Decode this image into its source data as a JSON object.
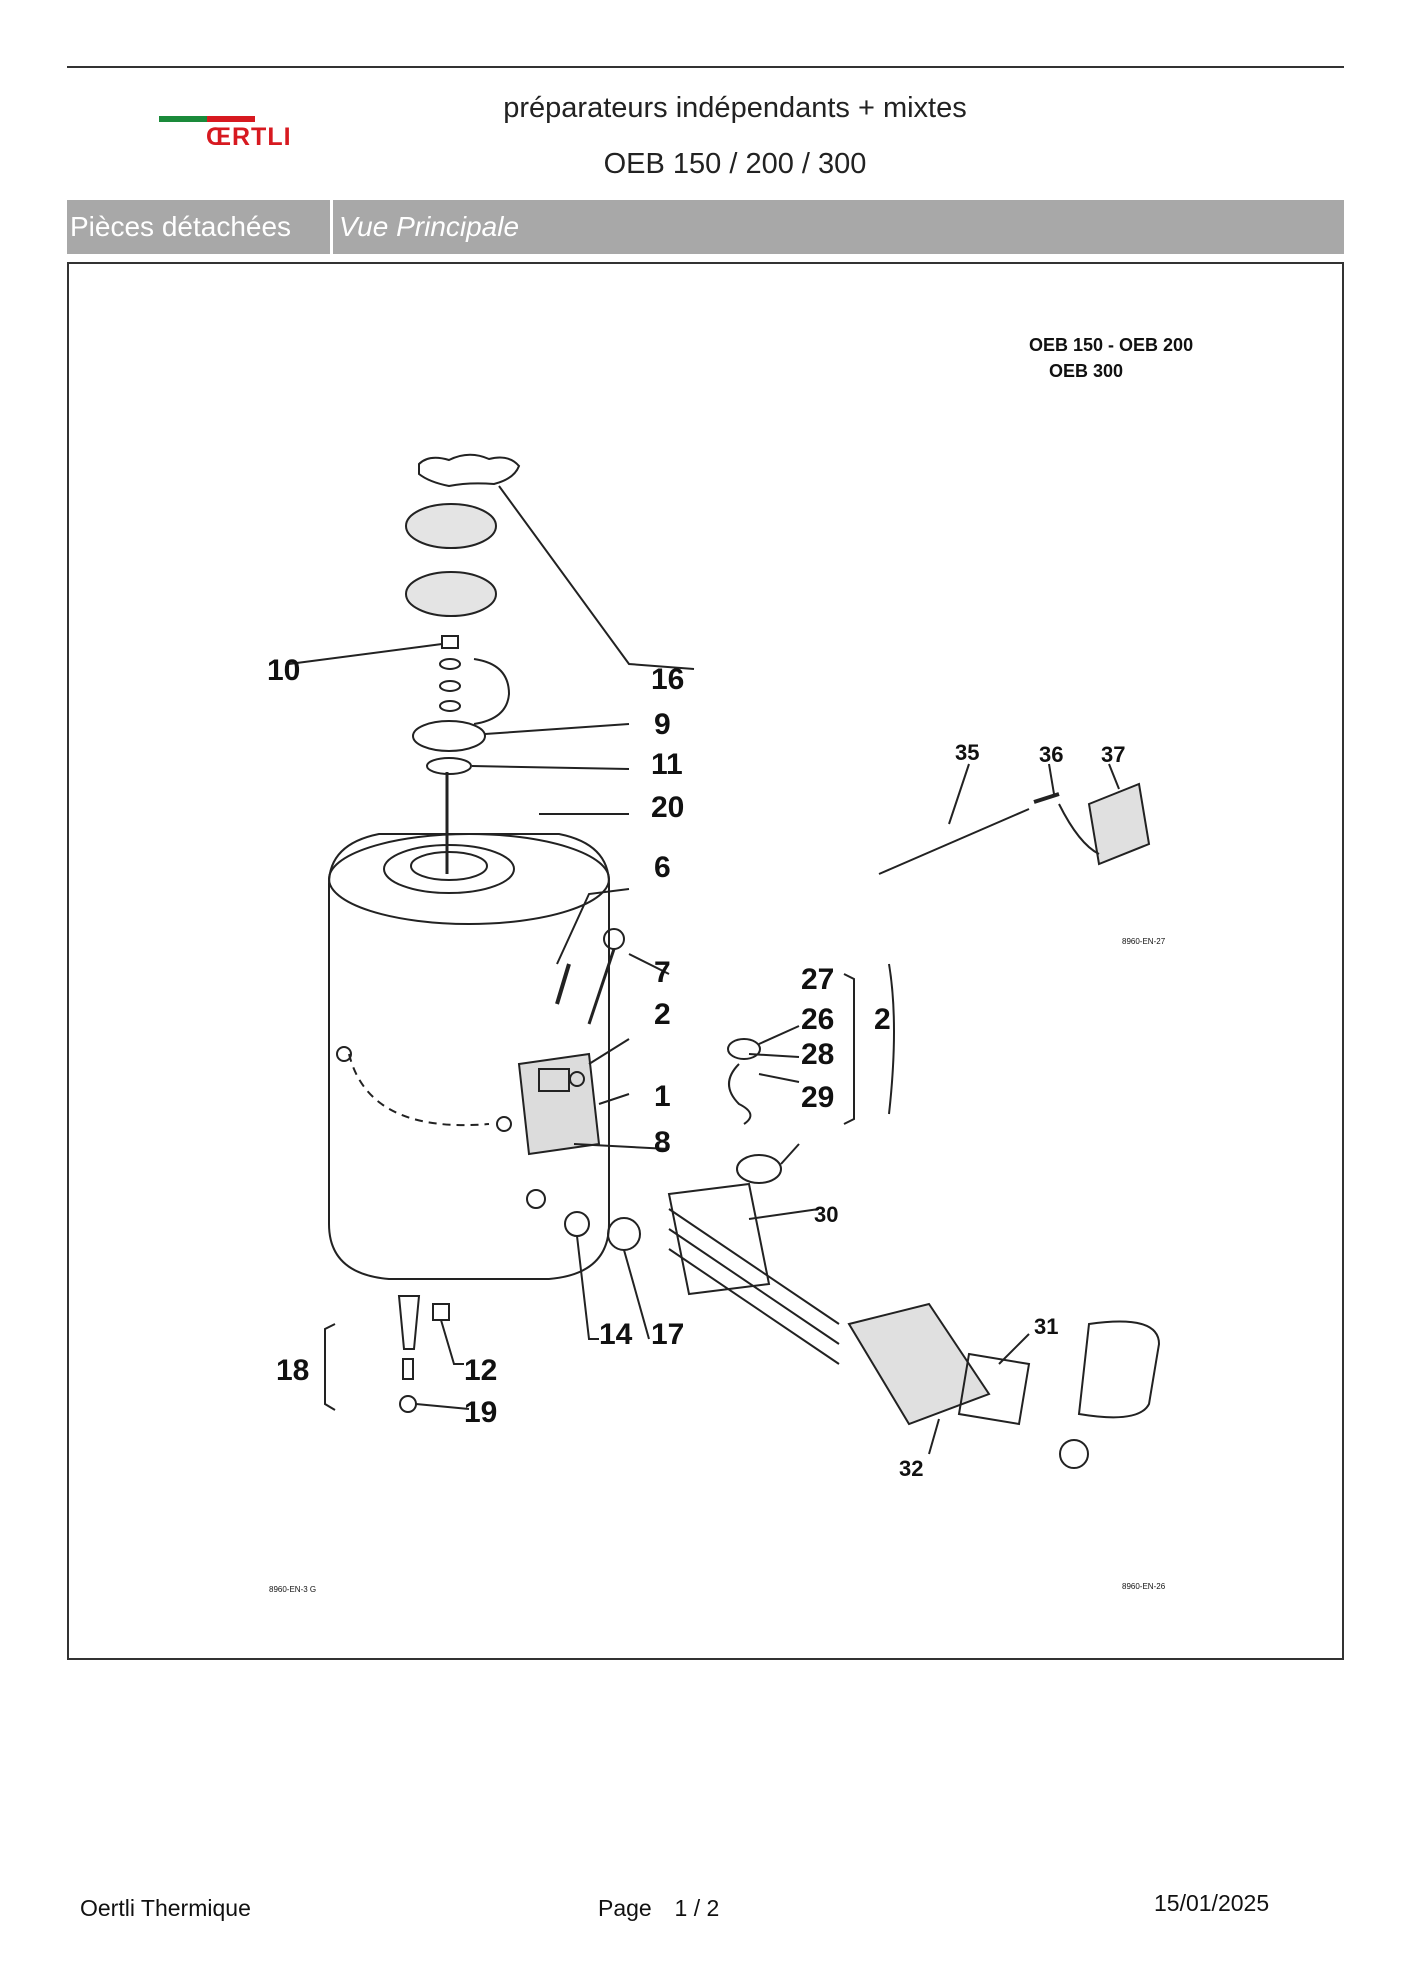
{
  "header": {
    "logo_text": "ŒRTLI",
    "title": "préparateurs indépendants + mixtes",
    "subtitle": "OEB 150 / 200 / 300"
  },
  "section": {
    "category": "Pièces détachées",
    "view": "Vue Principale"
  },
  "drawing": {
    "models_line1": "OEB 150 - OEB 200",
    "models_line2": "OEB 300",
    "ref_top_right": "8960-EN-27",
    "ref_bottom_left": "8960-EN-3 G",
    "ref_bottom_right": "8960-EN-26",
    "callouts": {
      "c1": "1",
      "c2": "2",
      "c2b": "2",
      "c6": "6",
      "c7": "7",
      "c8": "8",
      "c9": "9",
      "c10": "10",
      "c11": "11",
      "c12": "12",
      "c14": "14",
      "c16": "16",
      "c17": "17",
      "c18": "18",
      "c19": "19",
      "c20": "20",
      "c26": "26",
      "c27": "27",
      "c28": "28",
      "c29": "29",
      "c30": "30",
      "c31": "31",
      "c32": "32",
      "c35": "35",
      "c36": "36",
      "c37": "37"
    }
  },
  "footer": {
    "company": "Oertli Thermique",
    "page_label": "Page",
    "page_current": "1",
    "page_sep": "/",
    "page_total": "2",
    "date": "15/01/2025"
  }
}
